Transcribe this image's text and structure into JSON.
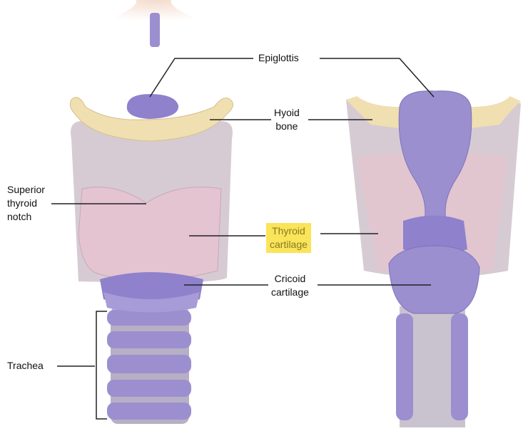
{
  "labels": {
    "epiglottis": "Epiglottis",
    "hyoid_bone": [
      "Hyoid",
      "bone"
    ],
    "superior_thyroid_notch": [
      "Superior",
      "thyroid",
      "notch"
    ],
    "thyroid_cartilage": [
      "Thyroid",
      "cartilage"
    ],
    "cricoid_cartilage": [
      "Cricoid",
      "cartilage"
    ],
    "trachea": "Trachea"
  },
  "colors": {
    "cartilage": "#9b8fd0",
    "thyroid": "#e0c3cf",
    "bone": "#f0dfb0",
    "ligament": "#c9c4cf",
    "highlight": "#f9e45a"
  }
}
